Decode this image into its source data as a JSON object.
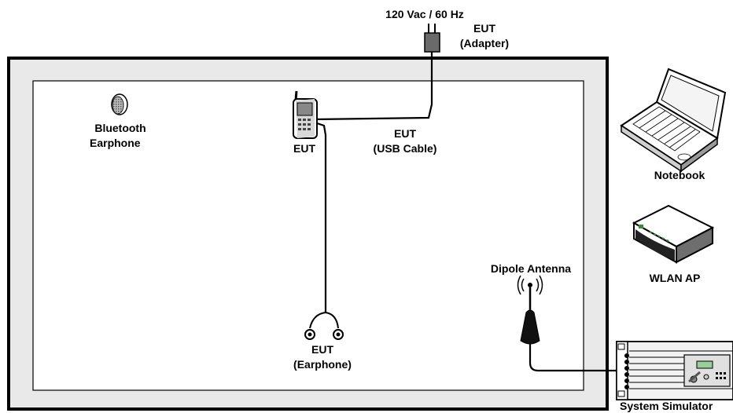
{
  "labels": {
    "power": "120 Vac / 60 Hz",
    "adapter_line1": "EUT",
    "adapter_line2": "(Adapter)",
    "bt_line1": "Bluetooth",
    "bt_line2": "Earphone",
    "eut_phone": "EUT",
    "usb_line1": "EUT",
    "usb_line2": "(USB Cable)",
    "earphone_line1": "EUT",
    "earphone_line2": "(Earphone)",
    "notebook": "Notebook",
    "wlan": "WLAN AP",
    "dipole": "Dipole Antenna",
    "simulator": "System Simulator"
  },
  "colors": {
    "outer_frame": "#000000",
    "outer_fill": "#e9e9e9",
    "inner_fill": "#ffffff",
    "adapter": "#6a6a6a",
    "cable": "#000000"
  },
  "icons": {
    "adapter": "power-adapter-icon",
    "phone": "mobile-phone-icon",
    "bluetooth": "bluetooth-earpiece-icon",
    "earphone": "wired-earphone-icon",
    "notebook": "laptop-icon",
    "wlan": "wireless-router-icon",
    "antenna": "dipole-antenna-icon",
    "simulator": "rack-instrument-icon"
  }
}
